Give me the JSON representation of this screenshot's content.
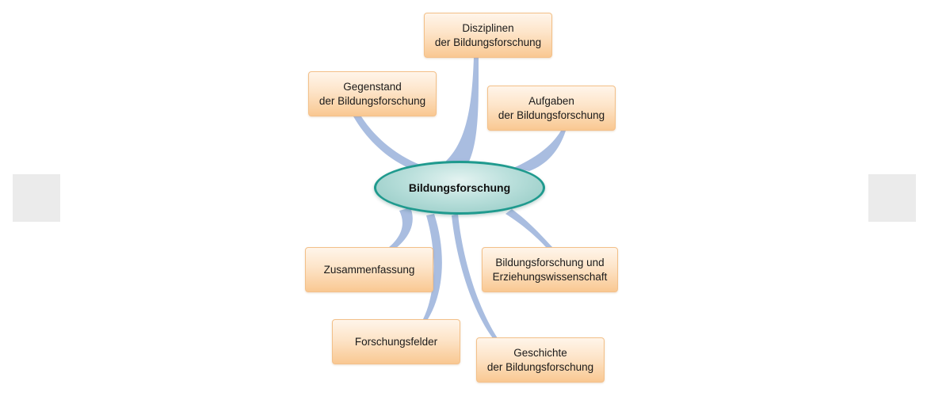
{
  "center": {
    "label": "Bildungsforschung"
  },
  "nodes": [
    {
      "id": "disziplinen",
      "label": "Disziplinen\nder Bildungsforschung"
    },
    {
      "id": "gegenstand",
      "label": "Gegenstand\nder Bildungsforschung"
    },
    {
      "id": "aufgaben",
      "label": "Aufgaben\nder Bildungsforschung"
    },
    {
      "id": "erziehungswissenschaft",
      "label": "Bildungsforschung und\nErziehungswissenschaft"
    },
    {
      "id": "zusammenfassung",
      "label": "Zusammenfassung"
    },
    {
      "id": "forschungsfelder",
      "label": "Forschungsfelder"
    },
    {
      "id": "geschichte",
      "label": "Geschichte\nder Bildungsforschung"
    }
  ],
  "colors": {
    "connector": "#a9bde0",
    "node_border": "#f3c089",
    "center_border": "#1f9a8e"
  }
}
